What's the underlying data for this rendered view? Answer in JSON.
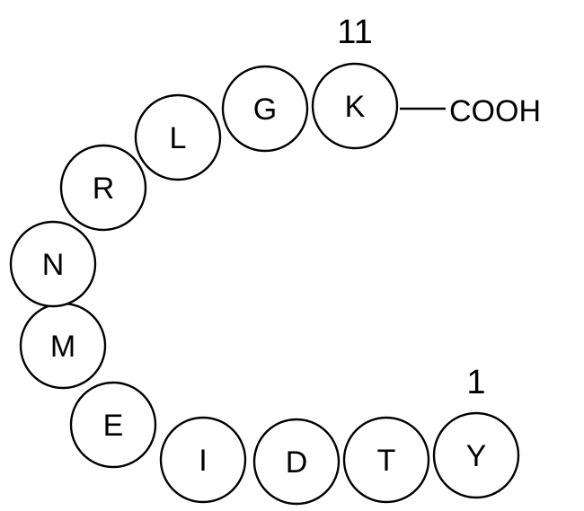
{
  "sequence": {
    "residues": [
      "Y",
      "T",
      "D",
      "I",
      "E",
      "M",
      "N",
      "R",
      "L",
      "G",
      "K"
    ],
    "start_label": "1",
    "end_label": "11",
    "c_terminus_label": "COOH"
  },
  "colors": {
    "stroke": "#000000",
    "fill": "#ffffff",
    "text": "#000000"
  }
}
